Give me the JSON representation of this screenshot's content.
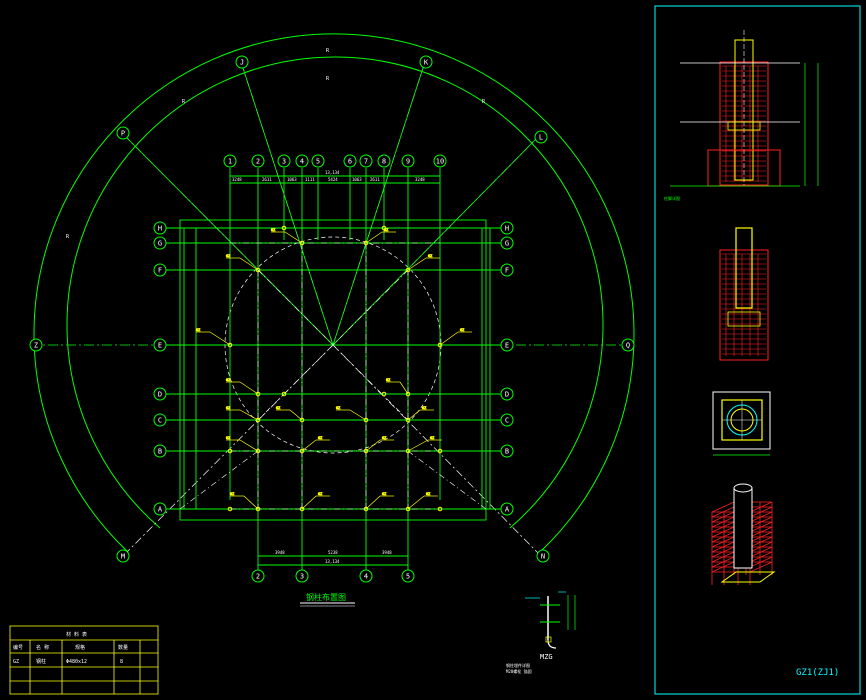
{
  "plan": {
    "title": "钢柱布置图",
    "col_labels_top": [
      "1",
      "2",
      "3",
      "4",
      "5",
      "6",
      "7",
      "8",
      "9",
      "10"
    ],
    "col_labels_bottom": [
      "2",
      "3",
      "4",
      "5"
    ],
    "row_labels": [
      "H",
      "G",
      "F",
      "E",
      "D",
      "C",
      "B",
      "A"
    ],
    "ring_labels": [
      "J",
      "K",
      "P",
      "L",
      "Q",
      "Z",
      "M",
      "N"
    ],
    "top_dims": [
      "3248",
      "2611",
      "1063",
      "1111",
      "5424",
      "1063",
      "2611",
      "3248"
    ],
    "bottom_dims": [
      "3948",
      "5238",
      "3948"
    ],
    "bottom_total": "13,134",
    "top_total": "13,134",
    "arc_labels": [
      "R",
      "R",
      "R",
      "R",
      "R"
    ],
    "col_tag": "GZ"
  },
  "detail": {
    "code": "MZG",
    "caption_line1": "钢柱埋件详图",
    "caption_line2": "M20螺栓 锚固"
  },
  "table": {
    "title": "材 料 表",
    "headers": [
      "编号",
      "名 称",
      "规格",
      "数量"
    ],
    "row": [
      "GZ",
      "钢柱",
      "Φ480x12",
      "8"
    ]
  },
  "side_panel": {
    "label_top": "柱脚详图",
    "code_label": "GZ1(ZJ1)"
  },
  "colors": {
    "grid": "#00ff00",
    "column": "#ffff00",
    "rebar": "#ff2020",
    "frame": "#00ffff",
    "white": "#ffffff",
    "axis": "#ffffff"
  }
}
